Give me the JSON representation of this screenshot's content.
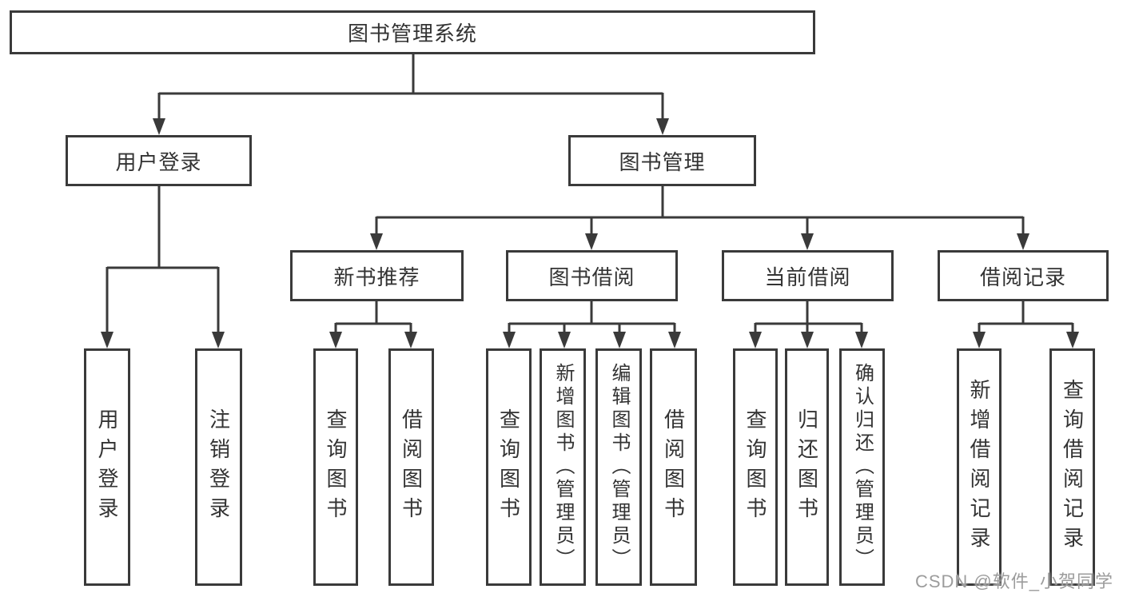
{
  "diagram": {
    "title": "图书管理系统",
    "level2": {
      "user_login": "用户登录",
      "book_management": "图书管理"
    },
    "level3": {
      "new_book_recommendation": "新书推荐",
      "book_borrowing": "图书借阅",
      "current_borrowing": "当前借阅",
      "borrowing_records": "借阅记录"
    },
    "leaves": {
      "user_login": [
        "用户登录",
        "注销登录"
      ],
      "new_book_recommendation": [
        "查询图书",
        "借阅图书"
      ],
      "book_borrowing": [
        "查询图书",
        "新增图书（管理员）",
        "编辑图书（管理员）",
        "借阅图书"
      ],
      "current_borrowing": [
        "查询图书",
        "归还图书",
        "确认归还（管理员）"
      ],
      "borrowing_records": [
        "新增借阅记录",
        "查询借阅记录"
      ]
    }
  },
  "watermark": "CSDN @软件_小贺同学",
  "colors": {
    "line": "#3a3a3a",
    "text": "#333333",
    "background": "#ffffff",
    "watermark": "#9c9c9c"
  }
}
